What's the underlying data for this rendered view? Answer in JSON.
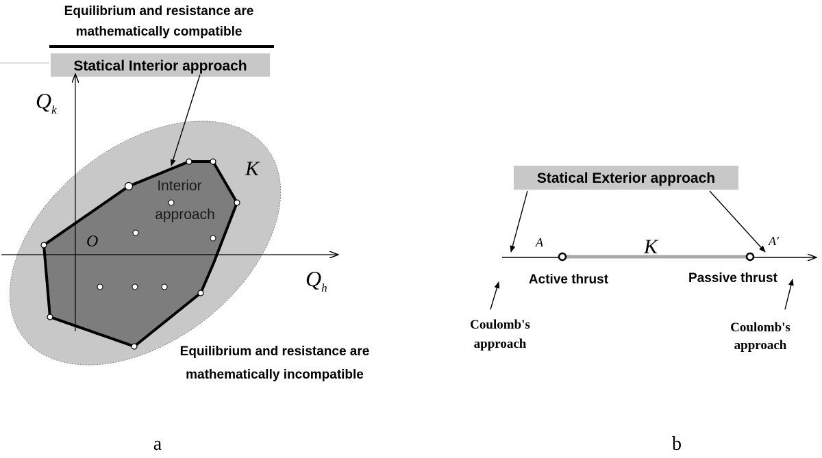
{
  "panel_a": {
    "label": "a",
    "top_caption_line1": "Equilibrium and resistance are",
    "top_caption_line2": "mathematically compatible",
    "interior_box": "Statical Interior approach",
    "axis_y": "Q",
    "axis_y_sub": "k",
    "axis_x": "Q",
    "axis_x_sub": "h",
    "origin": "O",
    "set_label": "K",
    "inner_label_line1": "Interior",
    "inner_label_line2": "approach",
    "bottom_caption_line1": "Equilibrium and resistance are",
    "bottom_caption_line2": "mathematically incompatible",
    "colors": {
      "ellipse_fill": "#c8c8c8",
      "polygon_fill": "#7d7d7d",
      "box_fill": "#c8c8c8"
    }
  },
  "panel_b": {
    "label": "b",
    "exterior_box": "Statical Exterior approach",
    "point_a": "A",
    "point_a_prime": "A′",
    "set_label": "K",
    "active": "Active thrust",
    "passive": "Passive thrust",
    "coulomb_left_line1": "Coulomb's",
    "coulomb_left_line2": "approach",
    "coulomb_right_line1": "Coulomb's",
    "coulomb_right_line2": "approach",
    "colors": {
      "segment": "#a8a8a8",
      "box_fill": "#c8c8c8"
    }
  }
}
